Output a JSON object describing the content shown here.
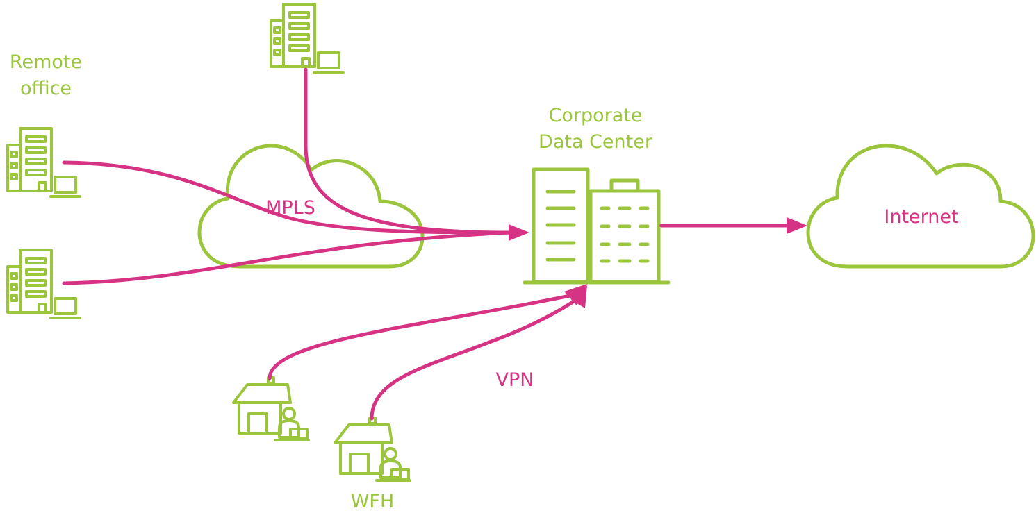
{
  "labels": {
    "remote_office_line1": "Remote",
    "remote_office_line2": "office",
    "data_center_line1": "Corporate",
    "data_center_line2": "Data Center",
    "mpls": "MPLS",
    "internet": "Internet",
    "vpn": "VPN",
    "wfh": "WFH"
  },
  "colors": {
    "green": "#9bc53d",
    "magenta": "#d63384",
    "background": "#ffffff"
  },
  "icons": [
    "office-building-laptop-icon",
    "data-center-icon",
    "cloud-icon",
    "home-worker-icon",
    "arrow-head-icon"
  ]
}
